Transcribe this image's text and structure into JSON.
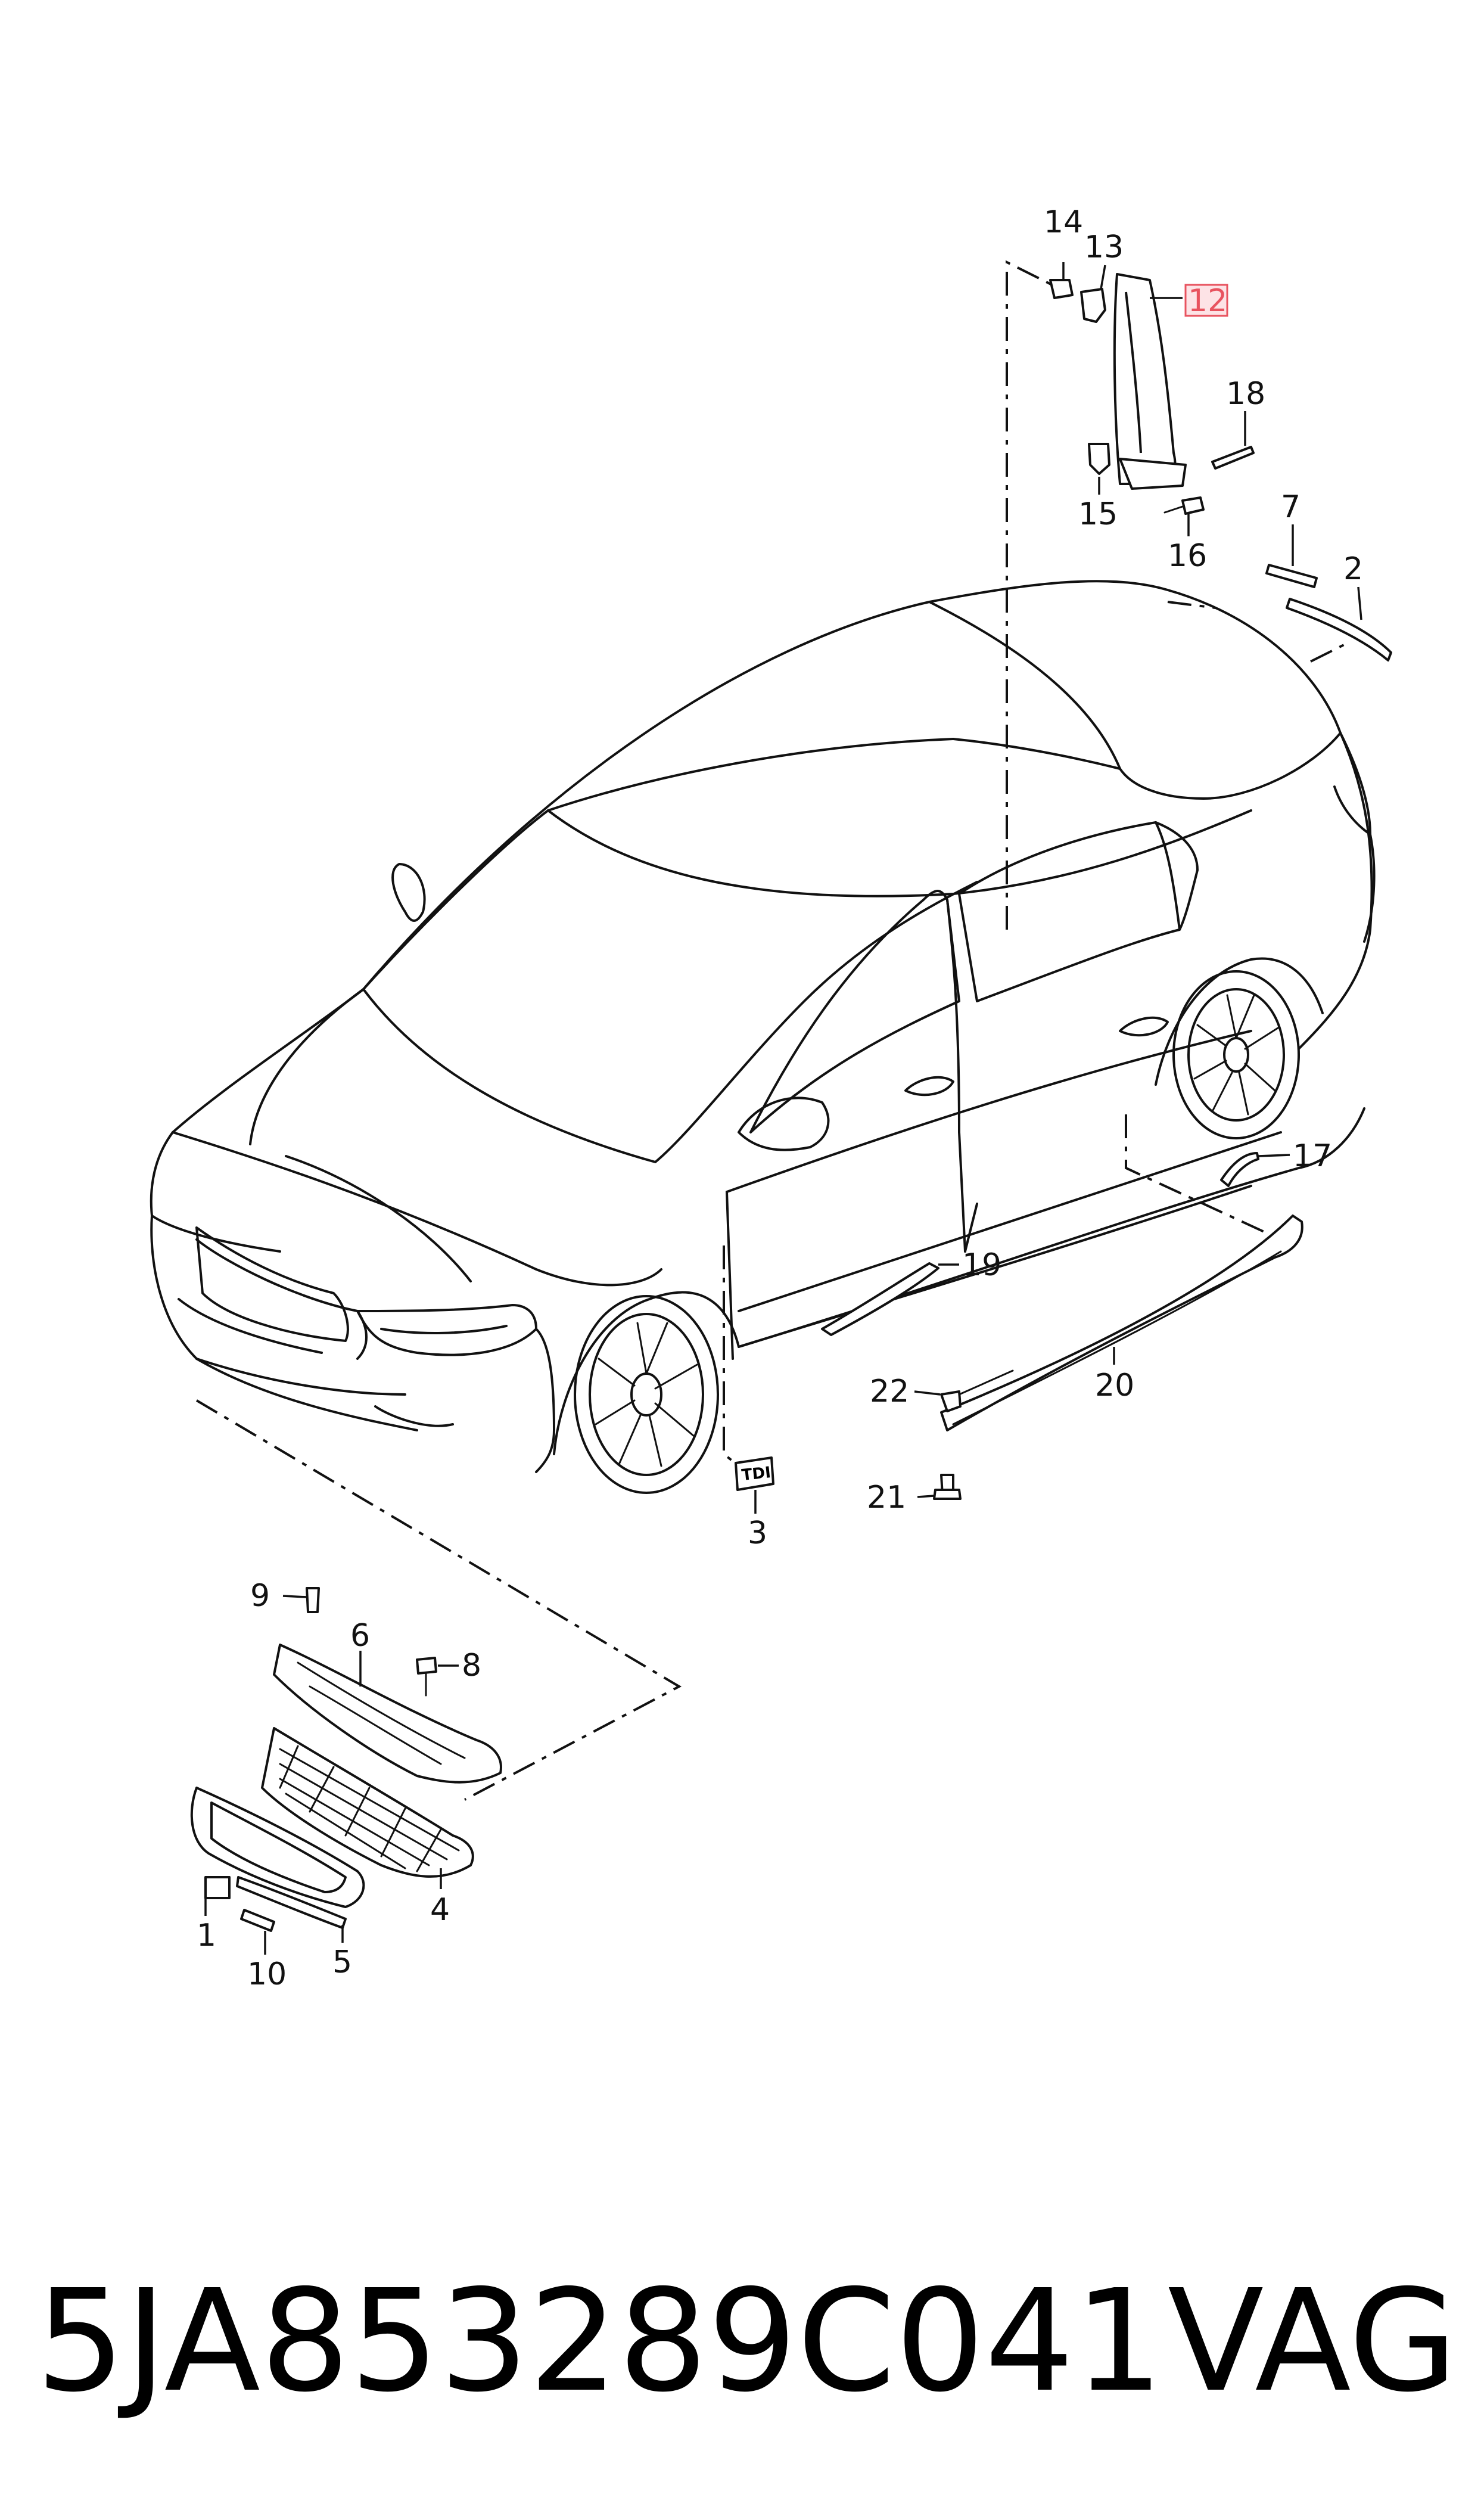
{
  "callouts": [
    {
      "id": "1",
      "label": "1"
    },
    {
      "id": "2",
      "label": "2"
    },
    {
      "id": "3",
      "label": "3"
    },
    {
      "id": "4",
      "label": "4"
    },
    {
      "id": "5",
      "label": "5"
    },
    {
      "id": "6",
      "label": "6"
    },
    {
      "id": "7",
      "label": "7"
    },
    {
      "id": "8",
      "label": "8"
    },
    {
      "id": "9",
      "label": "9"
    },
    {
      "id": "10",
      "label": "10"
    },
    {
      "id": "12",
      "label": "12",
      "highlighted": true
    },
    {
      "id": "13",
      "label": "13"
    },
    {
      "id": "14",
      "label": "14"
    },
    {
      "id": "15",
      "label": "15"
    },
    {
      "id": "16",
      "label": "16"
    },
    {
      "id": "17",
      "label": "17"
    },
    {
      "id": "18",
      "label": "18"
    },
    {
      "id": "19",
      "label": "19"
    },
    {
      "id": "20",
      "label": "20"
    },
    {
      "id": "21",
      "label": "21"
    },
    {
      "id": "22",
      "label": "22"
    }
  ],
  "badge": {
    "text": "TDI"
  },
  "footer": {
    "part_number": "5JA853289C041",
    "brand": "VAG"
  },
  "colors": {
    "line": "#111111",
    "highlight_fill": "#fde3e6",
    "highlight_stroke": "#e8535f",
    "background": "#ffffff"
  }
}
